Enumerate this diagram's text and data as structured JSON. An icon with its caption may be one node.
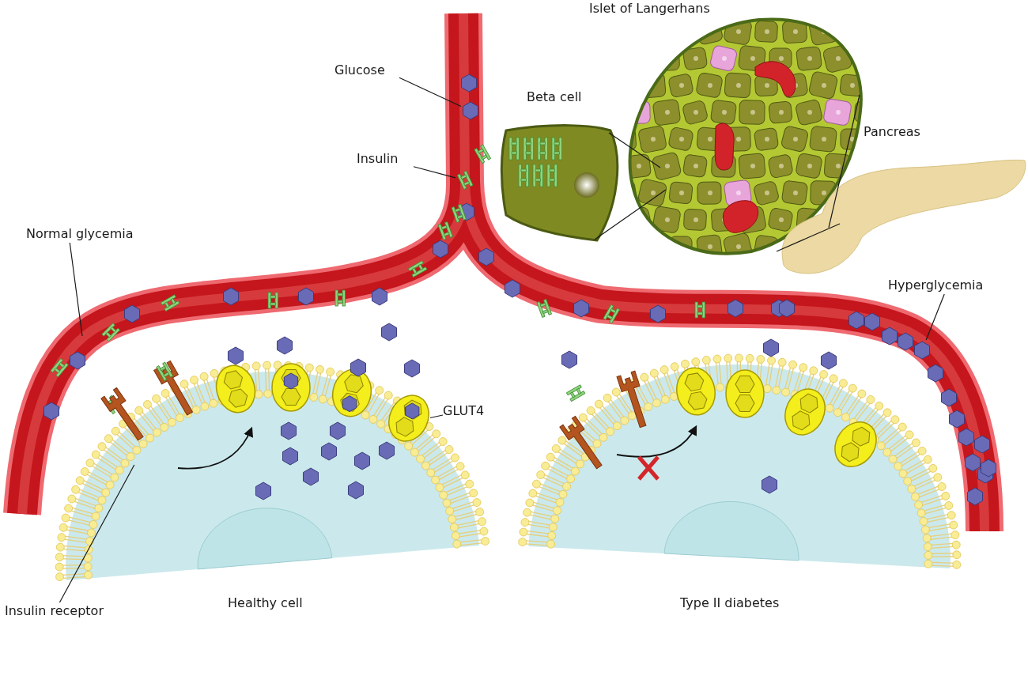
{
  "diagram": {
    "nodes": [
      {
        "text": [
          "Insulin receptor"
        ]
      },
      {
        "text": [],
        "shape": "picture"
      },
      {
        "text": [
          "Normal glycemia"
        ]
      },
      {
        "text": [
          "Glucose"
        ]
      },
      {
        "text": [],
        "shape": "hexagon"
      },
      {
        "text": [
          "Insulin"
        ]
      },
      {
        "text": [],
        "shape": "picture"
      },
      {
        "text": [
          "GLUT4"
        ]
      },
      {
        "text": [],
        "shape": "ellipse"
      },
      {
        "text": [
          "Beta cell"
        ]
      },
      {
        "text": [
          "Islet of Langerhans"
        ]
      },
      {
        "text": [
          "Pancreas"
        ]
      },
      {
        "text": [
          "Hyperglycemia"
        ]
      },
      {
        "text": [],
        "shape": "hexagon"
      }
    ],
    "edges": [
      {
        "from": 3,
        "to": 4,
        "arrow": "none"
      },
      {
        "from": 5,
        "to": 6,
        "arrow": "none"
      },
      {
        "from": 9,
        "to": 10,
        "arrow": "none"
      },
      {
        "from": 9,
        "to": 10,
        "arrow": "none"
      },
      {
        "from": 10,
        "to": 11,
        "arrow": "none"
      },
      {
        "from": 10,
        "to": 11,
        "arrow": "none"
      },
      {
        "from": 2,
        "to": null,
        "arrow": "none"
      },
      {
        "from": 12,
        "to": 13,
        "arrow": "none"
      },
      {
        "from": 7,
        "to": 8,
        "arrow": "none"
      },
      {
        "from": 0,
        "to": 1,
        "arrow": "none"
      }
    ],
    "labels": [
      "Healthy cell",
      "Type II diabetes"
    ]
  }
}
